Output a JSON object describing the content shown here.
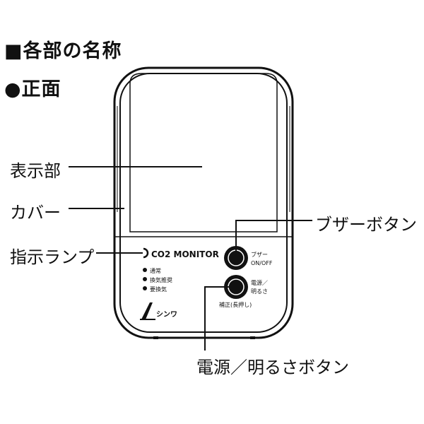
{
  "heading": "■各部の名称",
  "subheading": "●正面",
  "callouts": {
    "display": "表示部",
    "cover": "カバー",
    "indicator_lamp": "指示ランプ",
    "buzzer_button": "ブザーボタン",
    "power_button": "電源／明るさボタン"
  },
  "device": {
    "model": "CO2 MONITOR",
    "legend": [
      "通常",
      "換気推奨",
      "要換気"
    ],
    "buzzer_label_line1": "ブザー",
    "buzzer_label_line2": "ON/OFF",
    "power_label_line1": "電源／",
    "power_label_line2": "明るさ",
    "calibration_label": "補正(長押し)",
    "brand": "シンワ"
  }
}
